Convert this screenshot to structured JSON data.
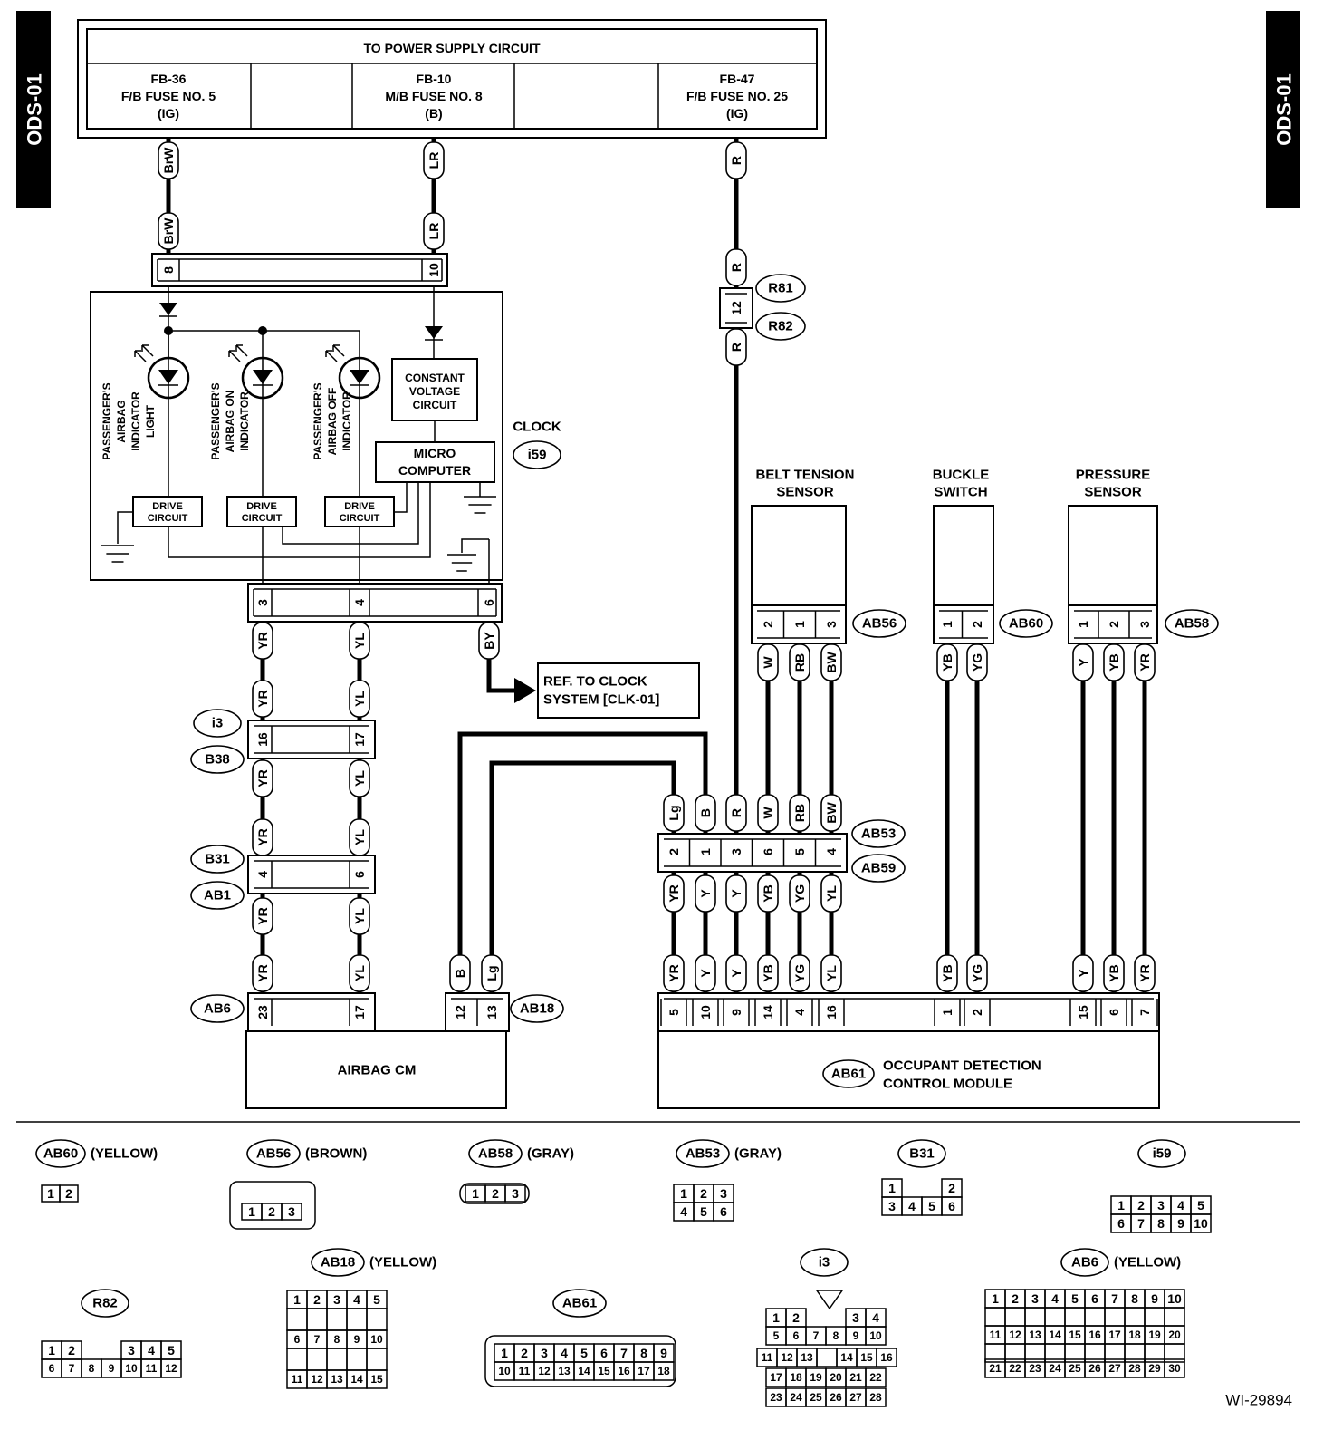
{
  "side_tag": "ODS-01",
  "figure_id": "WI-29894",
  "power_supply": {
    "title": "TO POWER SUPPLY CIRCUIT",
    "fuses": [
      {
        "line1": "FB-36",
        "line2": "F/B FUSE NO. 5",
        "line3": "(IG)"
      },
      {
        "line1": "FB-10",
        "line2": "M/B FUSE NO. 8",
        "line3": "(B)"
      },
      {
        "line1": "FB-47",
        "line2": "F/B FUSE NO. 25",
        "line3": "(IG)"
      }
    ]
  },
  "clock_unit": {
    "title": "CLOCK",
    "connector": "i59",
    "constant_voltage": [
      "CONSTANT",
      "VOLTAGE",
      "CIRCUIT"
    ],
    "micro_computer": [
      "MICRO",
      "COMPUTER"
    ],
    "drive_circuit": [
      "DRIVE",
      "CIRCUIT"
    ],
    "indicators": [
      [
        "PASSENGER'S",
        "AIRBAG",
        "INDICATOR",
        "LIGHT"
      ],
      [
        "PASSENGER'S",
        "AIRBAG ON",
        "INDICATOR"
      ],
      [
        "PASSENGER'S",
        "AIRBAG OFF",
        "INDICATOR"
      ]
    ]
  },
  "ref_note": [
    "REF. TO CLOCK",
    "SYSTEM [CLK-01]"
  ],
  "sensors": {
    "belt_tension": [
      "BELT TENSION",
      "SENSOR"
    ],
    "buckle": [
      "BUCKLE",
      "SWITCH"
    ],
    "pressure": [
      "PRESSURE",
      "SENSOR"
    ]
  },
  "modules": {
    "airbag_cm": "AIRBAG CM",
    "odcm": [
      "OCCUPANT DETECTION",
      "CONTROL MODULE"
    ],
    "odcm_connector": "AB61"
  },
  "connector_labels": {
    "R81": "R81",
    "R82": "R82",
    "i3": "i3",
    "B38": "B38",
    "B31": "B31",
    "AB1": "AB1",
    "AB6": "AB6",
    "AB18": "AB18",
    "AB53": "AB53",
    "AB59": "AB59",
    "AB56": "AB56",
    "AB60": "AB60",
    "AB58": "AB58"
  },
  "wire_colors": {
    "BrW": "BrW",
    "LR": "LR",
    "R": "R",
    "YR": "YR",
    "YL": "YL",
    "BY": "BY",
    "W": "W",
    "RB": "RB",
    "BW": "BW",
    "YB": "YB",
    "YG": "YG",
    "Y": "Y",
    "Lg": "Lg",
    "B": "B"
  },
  "pins": {
    "p8": "8",
    "p10": "10",
    "p12": "12",
    "p3": "3",
    "p4": "4",
    "p6": "6",
    "p16": "16",
    "p17": "17",
    "p23": "23",
    "p13": "13",
    "ab53": [
      "2",
      "1",
      "3",
      "6",
      "5",
      "4"
    ],
    "ab56": [
      "2",
      "1",
      "3"
    ],
    "ab60": [
      "1",
      "2"
    ],
    "ab58": [
      "1",
      "2",
      "3"
    ],
    "ab61": [
      "5",
      "10",
      "9",
      "14",
      "4",
      "16",
      "1",
      "2",
      "15",
      "6",
      "7"
    ]
  },
  "legend": {
    "AB60": {
      "label": "AB60",
      "color": "(YELLOW)"
    },
    "AB56": {
      "label": "AB56",
      "color": "(BROWN)"
    },
    "AB58": {
      "label": "AB58",
      "color": "(GRAY)"
    },
    "AB53": {
      "label": "AB53",
      "color": "(GRAY)"
    },
    "B31": {
      "label": "B31"
    },
    "i59": {
      "label": "i59"
    },
    "R82": {
      "label": "R82"
    },
    "AB18": {
      "label": "AB18",
      "color": "(YELLOW)"
    },
    "AB61": {
      "label": "AB61"
    },
    "i3": {
      "label": "i3"
    },
    "AB6": {
      "label": "AB6",
      "color": "(YELLOW)"
    }
  }
}
